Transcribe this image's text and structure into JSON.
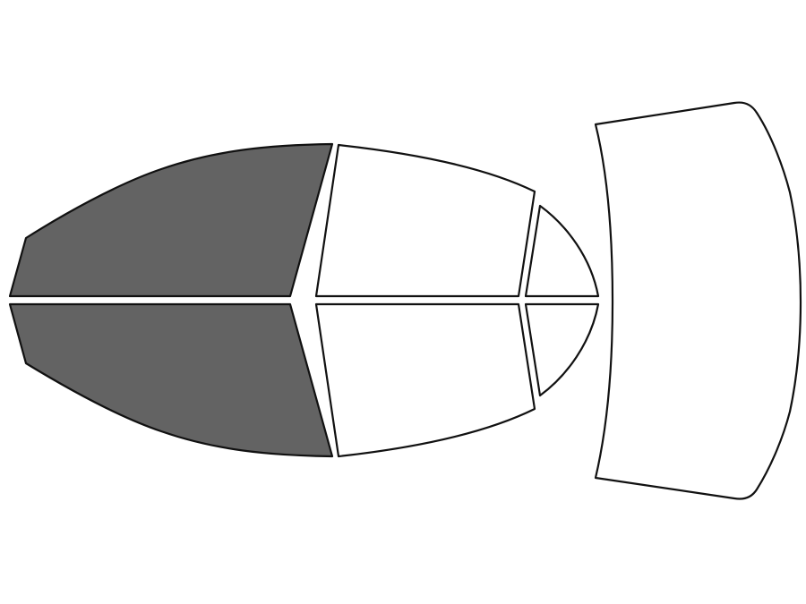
{
  "colors": {
    "tinted": "#636363",
    "untinted": "#ffffff",
    "outline": "#111111",
    "background": "#ffffff"
  },
  "windows": [
    {
      "id": "front-left-door-window",
      "tinted": true
    },
    {
      "id": "front-right-door-window",
      "tinted": true
    },
    {
      "id": "rear-left-door-window",
      "tinted": false
    },
    {
      "id": "rear-right-door-window",
      "tinted": false
    },
    {
      "id": "rear-left-quarter-window",
      "tinted": false
    },
    {
      "id": "rear-right-quarter-window",
      "tinted": false
    },
    {
      "id": "rear-windshield",
      "tinted": false
    }
  ]
}
